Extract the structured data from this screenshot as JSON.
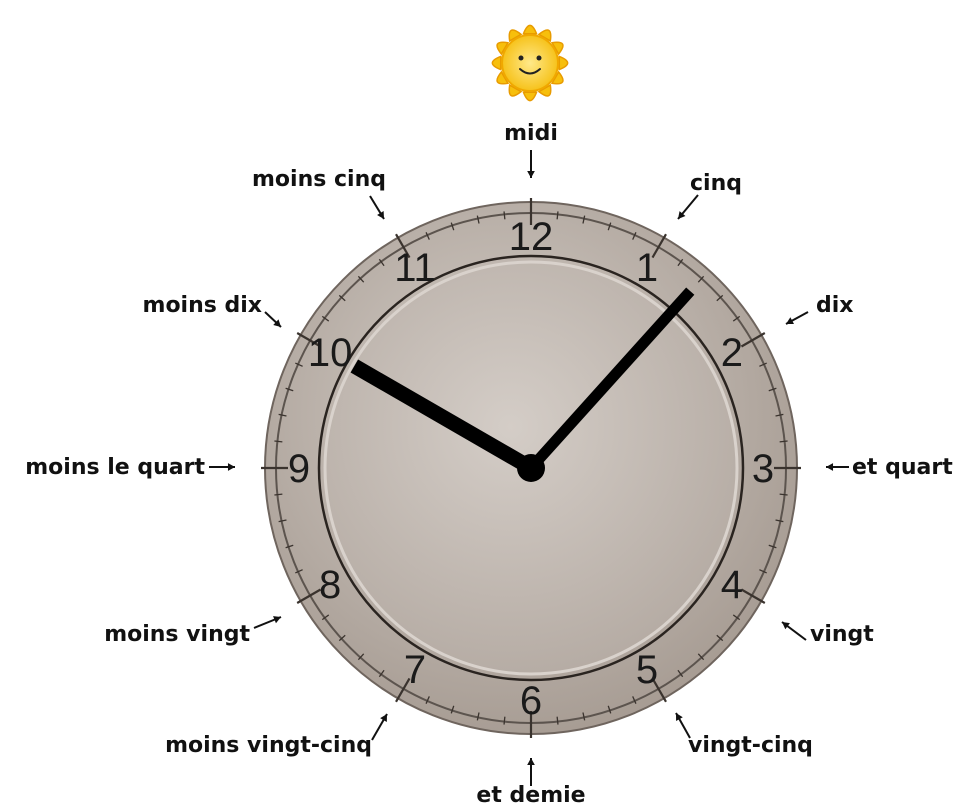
{
  "clock": {
    "numerals": [
      "12",
      "1",
      "2",
      "3",
      "4",
      "5",
      "6",
      "7",
      "8",
      "9",
      "10",
      "11"
    ],
    "hour_hand_points_to": 10,
    "minute_hand_points_to_minutes": 7
  },
  "labels": {
    "midi": "midi",
    "cinq": "cinq",
    "dix": "dix",
    "et_quart": "et quart",
    "vingt": "vingt",
    "vingt_cinq": "vingt-cinq",
    "et_demie": "et demie",
    "moins_vingt_cinq": "moins vingt-cinq",
    "moins_vingt": "moins vingt",
    "moins_le_quart": "moins le quart",
    "moins_dix": "moins dix",
    "moins_cinq": "moins cinq"
  },
  "icon": "sun-icon",
  "colors": {
    "sun": "#f5b800",
    "sun_face": "#ffe87a",
    "dial": "#bdb4ad",
    "hands": "#000000"
  }
}
